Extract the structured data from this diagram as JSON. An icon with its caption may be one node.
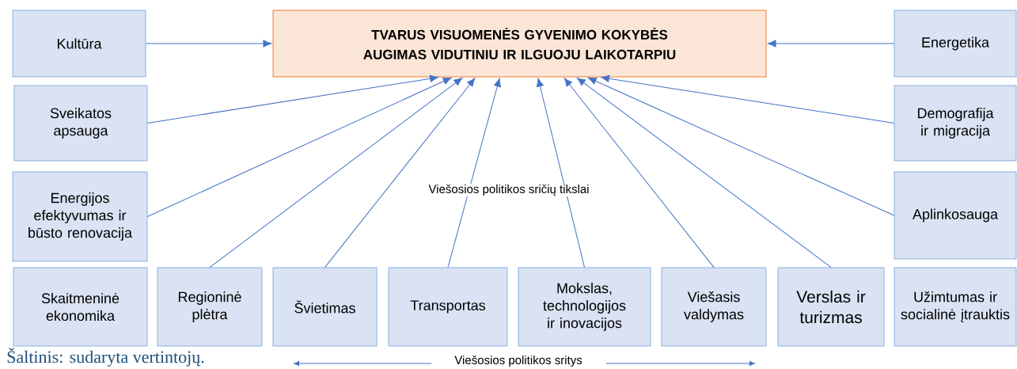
{
  "diagram": {
    "nodes": [
      {
        "text": [
          "TVARUS VISUOMENĖS GYVENIMO KOKYBĖS AUGIMAS VIDUTINIU IR ILGUOJU LAIKOTARPIU"
        ]
      },
      {
        "text": [
          "Kultūra"
        ]
      },
      {
        "text": [
          "Sveikatos apsauga"
        ]
      },
      {
        "text": [
          "Energijos efektyvumas ir būsto renovacija"
        ]
      },
      {
        "text": [
          "Skaitmeninė ekonomika"
        ]
      },
      {
        "text": [
          "Regioninė plėtra"
        ]
      },
      {
        "text": [
          "Švietimas"
        ]
      },
      {
        "text": [
          "Transportas"
        ]
      },
      {
        "text": [
          "Mokslas, technologijos ir inovacijos"
        ]
      },
      {
        "text": [
          "Viešasis valdymas"
        ]
      },
      {
        "text": [
          "Verslas ir turizmas"
        ]
      },
      {
        "text": [
          "Užimtumas ir socialinė įtrauktis"
        ]
      },
      {
        "text": [
          "Energetika"
        ]
      },
      {
        "text": [
          "Demografija ir migracija"
        ]
      },
      {
        "text": [
          "Aplinkosauga"
        ]
      }
    ],
    "edges": [
      {
        "from": 1,
        "to": 0,
        "arrow": "to"
      },
      {
        "from": 12,
        "to": 0,
        "arrow": "to"
      },
      {
        "from": 2,
        "to": 0,
        "arrow": "to"
      },
      {
        "from": 3,
        "to": 0,
        "arrow": "to"
      },
      {
        "from": 5,
        "to": 0,
        "arrow": "to"
      },
      {
        "from": 6,
        "to": 0,
        "arrow": "to"
      },
      {
        "from": 7,
        "to": 0,
        "arrow": "to"
      },
      {
        "from": 8,
        "to": 0,
        "arrow": "to"
      },
      {
        "from": 9,
        "to": 0,
        "arrow": "to"
      },
      {
        "from": 10,
        "to": 0,
        "arrow": "to"
      },
      {
        "from": 13,
        "to": 0,
        "arrow": "to"
      },
      {
        "from": 14,
        "to": 0,
        "arrow": "to"
      }
    ],
    "labels": [
      "Viešosios politikos sričių tikslai",
      "Šaltinis: sudaryta vertintojų.",
      "Viešosios politikos sritys"
    ]
  }
}
